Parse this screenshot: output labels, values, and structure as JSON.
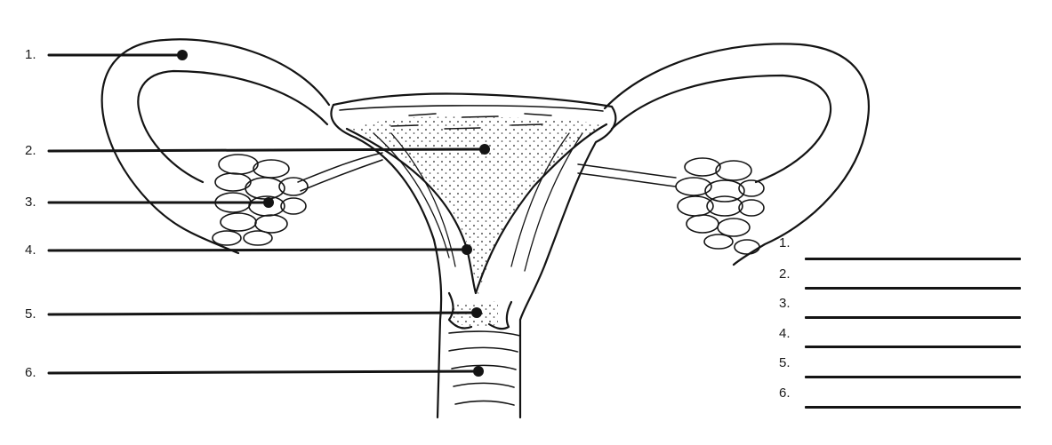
{
  "callouts": [
    {
      "number": "1."
    },
    {
      "number": "2."
    },
    {
      "number": "3."
    },
    {
      "number": "4."
    },
    {
      "number": "5."
    },
    {
      "number": "6."
    }
  ],
  "answer_key": [
    {
      "number": "1."
    },
    {
      "number": "2."
    },
    {
      "number": "3."
    },
    {
      "number": "4."
    },
    {
      "number": "5."
    },
    {
      "number": "6."
    }
  ],
  "colors": {
    "ink": "#141414",
    "paper": "#ffffff"
  }
}
